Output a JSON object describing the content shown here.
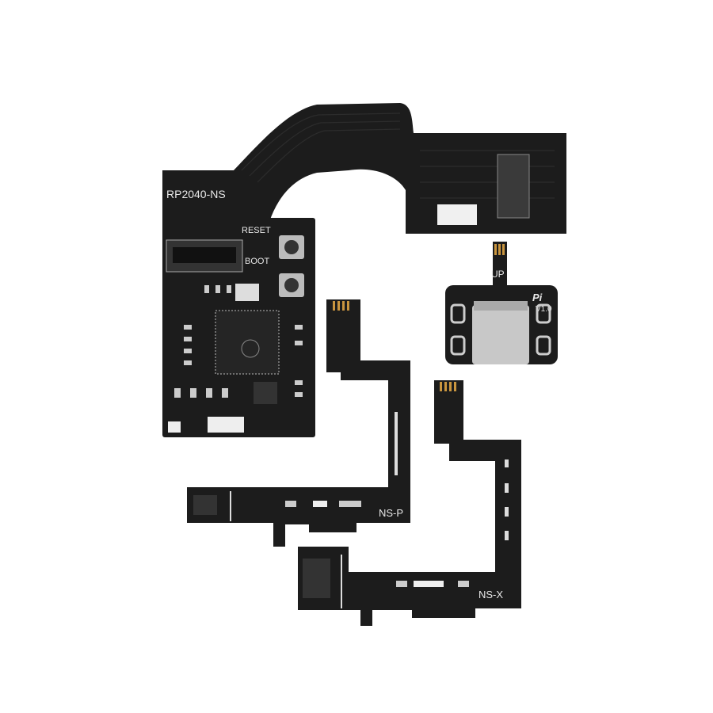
{
  "colors": {
    "background": "#ffffff",
    "pcb": "#1c1c1c",
    "pcb_edge": "#2a2a2a",
    "gold": "#c9953f",
    "silver": "#c8c8c8",
    "silkscreen": "#e8e8e8"
  },
  "main_board": {
    "label": "RP2040-NS",
    "reset_label": "RESET",
    "boot_label": "BOOT"
  },
  "usb_board": {
    "up_label": "UP",
    "brand_label": "Pi",
    "version_label": "V1.0"
  },
  "ns_p_flex": {
    "label": "NS-P"
  },
  "ns_x_flex": {
    "label": "NS-X"
  }
}
